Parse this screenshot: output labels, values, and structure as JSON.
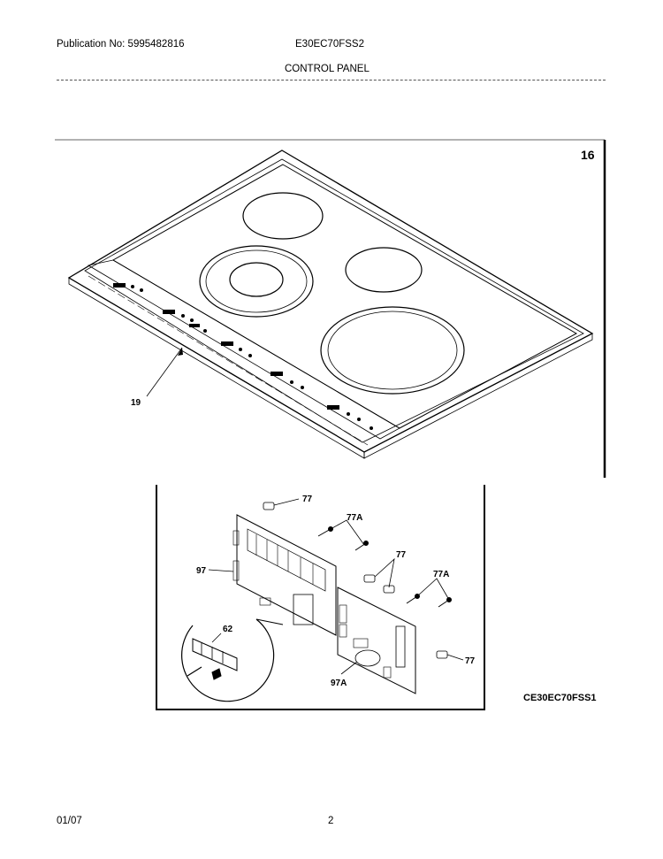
{
  "header": {
    "publication": "Publication No: 5995482816",
    "model": "E30EC70FSS2",
    "section_title": "CONTROL PANEL"
  },
  "diagram": {
    "figure_number": "16",
    "figure_code": "CE30EC70FSS1",
    "callouts": {
      "cooktop_control": "19",
      "connector_top": "77",
      "fastener_top": "77A",
      "board_main": "97",
      "connector_mid": "77",
      "fastener_mid": "77A",
      "connector_bottom": "77",
      "board_secondary": "97A",
      "bracket": "62"
    }
  },
  "footer": {
    "date": "01/07",
    "page": "2"
  }
}
